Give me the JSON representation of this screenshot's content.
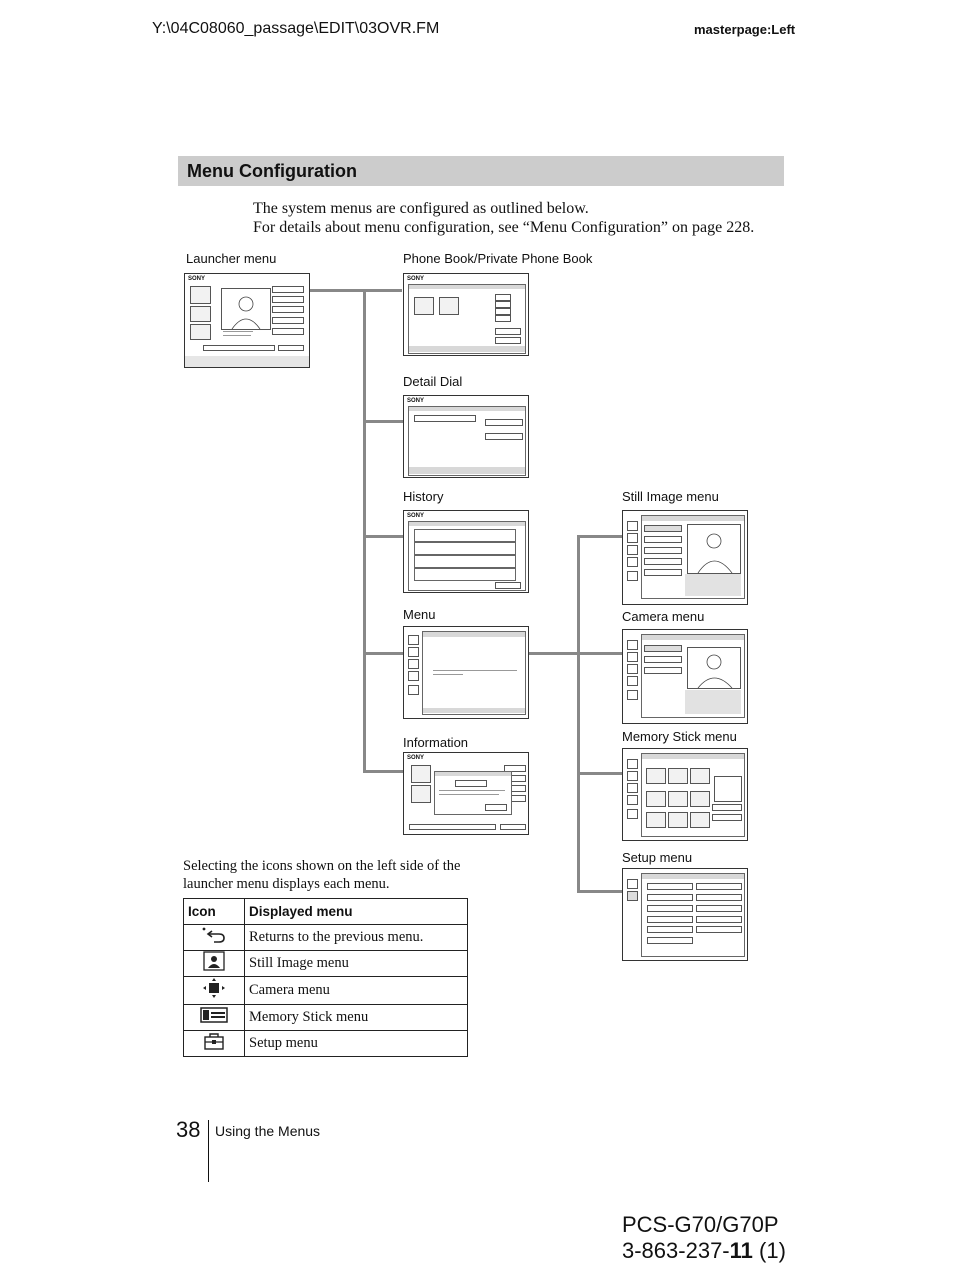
{
  "header": {
    "file_path": "Y:\\04C08060_passage\\EDIT\\03OVR.FM",
    "masterpage": "masterpage:Left"
  },
  "section": {
    "title": "Menu Configuration",
    "intro_line1": "The system menus are configured as outlined below.",
    "intro_line2": "For details about menu configuration, see “Menu Configuration” on page 228."
  },
  "diagram": {
    "launcher_label": "Launcher menu",
    "phonebook_label": "Phone Book/Private Phone Book",
    "detail_dial_label": "Detail Dial",
    "history_label": "History",
    "menu_label": "Menu",
    "information_label": "Information",
    "still_image_label": "Still Image menu",
    "camera_label": "Camera menu",
    "memory_stick_label": "Memory Stick menu",
    "setup_label": "Setup menu",
    "brand": "SONY"
  },
  "icon_table": {
    "caption_line1": "Selecting the icons shown on the left side of the",
    "caption_line2": "launcher menu displays each menu.",
    "header_icon": "Icon",
    "header_menu": "Displayed menu",
    "rows": [
      {
        "icon": "return-icon",
        "text": "Returns to the previous menu."
      },
      {
        "icon": "still-image-icon",
        "text": "Still Image menu"
      },
      {
        "icon": "camera-icon",
        "text": "Camera menu"
      },
      {
        "icon": "memory-stick-icon",
        "text": "Memory Stick menu"
      },
      {
        "icon": "setup-icon",
        "text": "Setup menu"
      }
    ]
  },
  "footer": {
    "page_number": "38",
    "section": "Using the Menus",
    "model_line1": "PCS-G70/G70P",
    "model_prefix": "3-863-237-",
    "model_bold": "11",
    "model_suffix": " (1)"
  }
}
